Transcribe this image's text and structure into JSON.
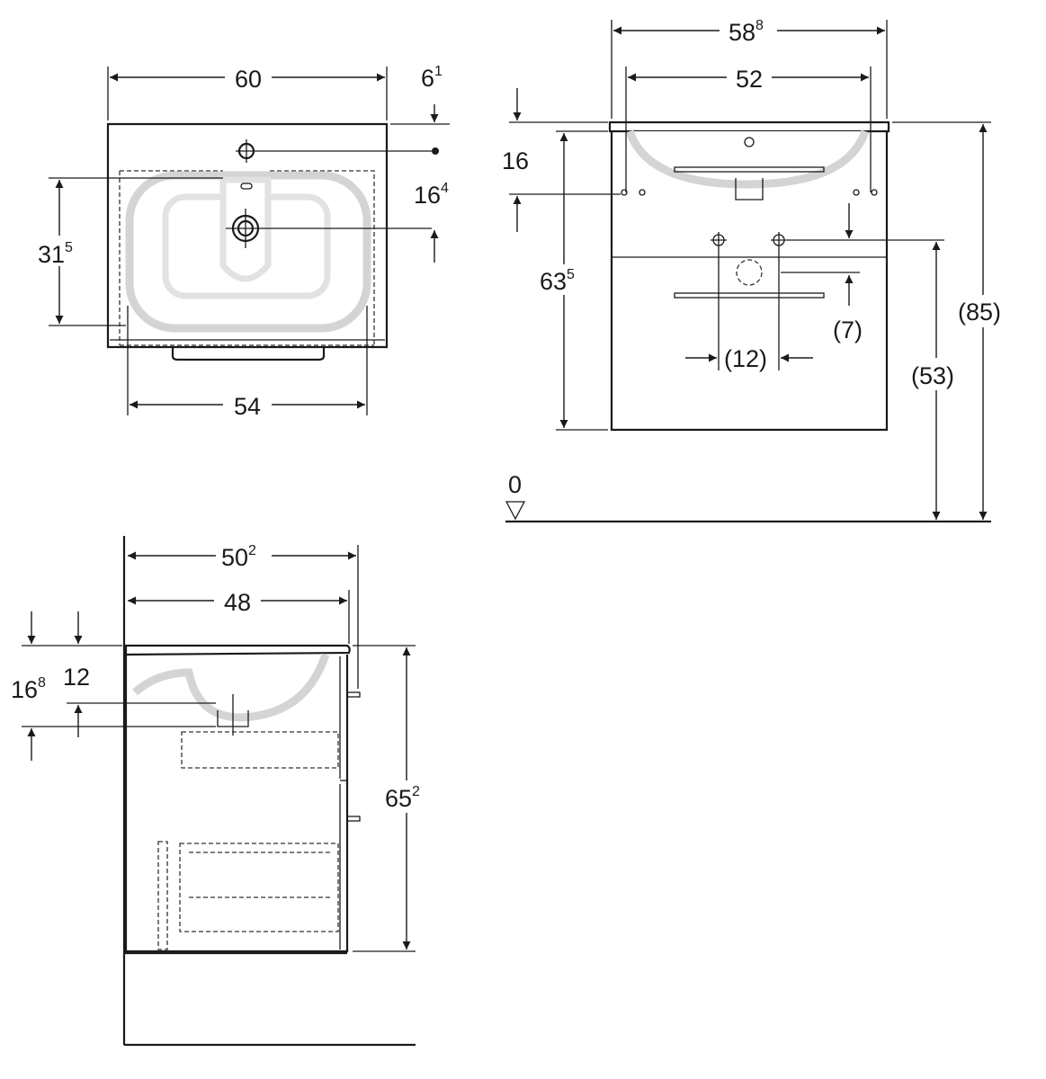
{
  "top_view": {
    "width": {
      "main": "60",
      "sup": ""
    },
    "top_offset": {
      "main": "6",
      "sup": "1"
    },
    "tap_to_waste": {
      "main": "16",
      "sup": "4"
    },
    "basin_depth": {
      "main": "31",
      "sup": "5"
    },
    "cabinet_width": {
      "main": "54",
      "sup": ""
    }
  },
  "front_view": {
    "overall_width": {
      "main": "58",
      "sup": "8"
    },
    "inner_width": {
      "main": "52",
      "sup": ""
    },
    "bowl_depth": {
      "main": "16",
      "sup": ""
    },
    "cabinet_height": {
      "main": "63",
      "sup": "5"
    },
    "drawer_offset": "(7)",
    "pipe_spacing": "(12)",
    "pipe_height": "(53)",
    "total_height": "(85)",
    "floor_level": "0"
  },
  "side_view": {
    "overall_depth": {
      "main": "50",
      "sup": "2"
    },
    "inner_depth": {
      "main": "48",
      "sup": ""
    },
    "siphon_height": {
      "main": "16",
      "sup": "8"
    },
    "waste_depth": {
      "main": "12",
      "sup": ""
    },
    "cabinet_height": {
      "main": "65",
      "sup": "2"
    }
  }
}
